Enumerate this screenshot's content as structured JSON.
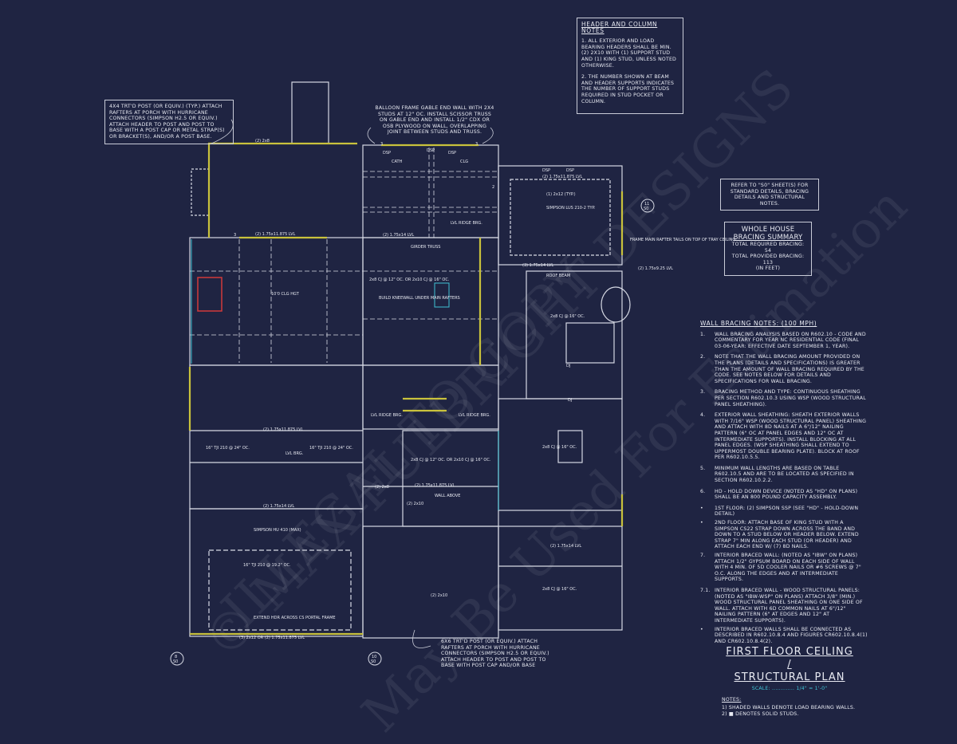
{
  "colors": {
    "background": "#1f2442",
    "wall": "#d6d9e4",
    "bearing_wall": "#c9c23c",
    "accent_cyan": "#3fc2d4",
    "fireplace": "#d23a3a"
  },
  "header_column_notes": {
    "title": "HEADER AND COLUMN NOTES",
    "items": [
      "1. ALL EXTERIOR AND LOAD BEARING HEADERS SHALL BE MIN. (2) 2x10 WITH (1) SUPPORT STUD AND (1) KING STUD, UNLESS NOTED OTHERWISE.",
      "2. THE NUMBER SHOWN AT BEAM AND HEADER SUPPORTS INDICATES THE NUMBER OF SUPPORT STUDS REQUIRED IN STUD POCKET OR COLUMN."
    ]
  },
  "refer_note": "REFER TO \"S0\" SHEET(S) FOR STANDARD DETAILS, BRACING DETAILS AND STRUCTURAL NOTES.",
  "bracing_summary": {
    "title_line1": "WHOLE HOUSE",
    "title_line2": "BRACING SUMMARY",
    "required": "TOTAL REQUIRED BRACING: 54",
    "provided": "TOTAL PROVIDED BRACING: 113",
    "units": "(IN FEET)"
  },
  "wall_bracing_notes": {
    "title": "WALL BRACING NOTES: (100 MPH)",
    "items": [
      {
        "n": "1.",
        "text": "WALL BRACING ANALYSIS BASED ON R602.10 - CODE AND COMMENTARY FOR YEAR NC RESIDENTIAL CODE (FINAL 03-06-YEAR: EFFECTIVE DATE SEPTEMBER 1, YEAR)."
      },
      {
        "n": "2.",
        "text": "NOTE THAT THE WALL BRACING AMOUNT PROVIDED ON THE PLANS (DETAILS AND SPECIFICATIONS) IS GREATER THAN THE AMOUNT OF WALL BRACING REQUIRED BY THE CODE. SEE NOTES BELOW FOR DETAILS AND SPECIFICATIONS FOR WALL BRACING."
      },
      {
        "n": "3.",
        "text": "BRACING METHOD AND TYPE: CONTINUOUS SHEATHING PER SECTION R602.10.3 USING WSP (WOOD STRUCTURAL PANEL SHEATHING)."
      },
      {
        "n": "4.",
        "text": "EXTERIOR WALL SHEATHING: SHEATH EXTERIOR WALLS WITH 7/16\" WSP (WOOD STRUCTURAL PANEL) SHEATHING AND ATTACH WITH 8d NAILS AT A 6\"/12\" NAILING PATTERN (6\" OC AT PANEL EDGES AND 12\" OC AT INTERMEDIATE SUPPORTS). INSTALL BLOCKING AT ALL PANEL EDGES. (WSP SHEATHING SHALL EXTEND TO UPPERMOST DOUBLE BEARING PLATE). BLOCK AT ROOF PER R602.10.5.5."
      },
      {
        "n": "5.",
        "text": "MINIMUM WALL LENGTHS ARE BASED ON TABLE R602.10.5 AND ARE TO BE LOCATED AS SPECIFIED IN SECTION R602.10.2.2."
      },
      {
        "n": "6.",
        "text": "HD - HOLD DOWN DEVICE (NOTED AS \"HD\" ON PLANS) SHALL BE AN 800 POUND CAPACITY ASSEMBLY."
      },
      {
        "n": "•",
        "text": "1ST FLOOR: (2) SIMPSON SSP (SEE \"HD\" - HOLD-DOWN DETAIL)"
      },
      {
        "n": "•",
        "text": "2ND FLOOR: ATTACH BASE OF KING STUD WITH A SIMPSON CS22 STRAP DOWN ACROSS THE BAND AND DOWN TO A STUD BELOW OR HEADER BELOW. EXTEND STRAP 7\" MIN ALONG EACH STUD (OR HEADER) AND ATTACH EACH END W/ (7) 8d NAILS."
      },
      {
        "n": "7.",
        "text": "INTERIOR BRACED WALL: (NOTED AS \"IBW\" ON PLANS) ATTACH 1/2\" GYPSUM BOARD ON EACH SIDE OF WALL WITH 4 MIN. OF 5d COOLER NAILS OR #6 SCREWS @ 7\" O.C. ALONG THE EDGES AND AT INTERMEDIATE SUPPORTS."
      },
      {
        "n": "7.1.",
        "text": "INTERIOR BRACED WALL - WOOD STRUCTURAL PANELS: (NOTED AS \"IBW-WSP\" ON PLANS) ATTACH 3/8\" (MIN.) WOOD STRUCTURAL PANEL SHEATHING ON ONE SIDE OF WALL. ATTACH WITH 6d COMMON NAILS AT 6\"/12\" NAILING PATTERN (6\" AT EDGES AND 12\" AT INTERMEDIATE SUPPORTS)."
      },
      {
        "n": "•",
        "text": "INTERIOR BRACED WALLS SHALL BE CONNECTED AS DESCRIBED IN R602.10.8.4 AND FIGURES CR602.10.8.4(1) AND CR602.10.8.4(2)."
      }
    ]
  },
  "title_block": {
    "line1": "FIRST FLOOR CEILING /",
    "line2": "STRUCTURAL PLAN",
    "scale_label": "SCALE:",
    "scale_value": "1/4\" = 1'-0\"",
    "notes_title": "NOTES:",
    "notes": [
      "1) SHADED WALLS DENOTE LOAD BEARING WALLS.",
      "2) ■ DENOTES SOLID STUDS."
    ]
  },
  "callouts": {
    "porch_post": "4x4 TRT'D POST (OR EQUIV.) (TYP.) ATTACH RAFTERS AT PORCH WITH HURRICANE CONNECTORS (SIMPSON H2.5 OR EQUIV.) ATTACH HEADER TO POST AND POST TO BASE WITH A POST CAP OR METAL STRAP(S) OR BRACKET(S), AND/OR A POST BASE.",
    "balloon_frame": "BALLOON FRAME GABLE END WALL WITH 2x4 STUDS AT 12\" OC. INSTALL SCISSOR TRUSS ON GABLE END AND INSTALL 1/2\" CDX OR OSB PLYWOOD ON WALL, OVERLAPPING JOINT BETWEEN STUDS AND TRUSS.",
    "rear_post": "6x6 TRT'D POST (OR EQUIV.) ATTACH RAFTERS AT PORCH WITH HURRICANE CONNECTORS (SIMPSON H2.5 OR EQUIV.) ATTACH HEADER TO POST AND POST TO BASE WITH POST CAP AND/OR BASE",
    "rafter_tails": "FRAME MAIN RAFTER TAILS ON TOP OF TRAY CEILING"
  },
  "plan_labels": {
    "l_2x8": "(2) 2x8",
    "dsp": "DSP",
    "cath": "CATH",
    "clg": "CLG",
    "lvl_11875": "(2) 1.75x11.875 LVL",
    "lvl_14": "(2) 1.75x14 LVL",
    "lvl_14_3": "(3) 1.75x14 LVL",
    "lvl_925": "(2) 1.75x9.25 LVL",
    "lvl_ridge": "LVL RIDGE BRG.",
    "girder_truss": "GIRDER TRUSS",
    "cj_12": "2x8 CJ @ 12\" OC. OR 2x10 CJ @ 16\" OC.",
    "kneewall": "BUILD KNEEWALL UNDER MAIN RAFTERS",
    "x2x12": "(1) 2x12 (TYP.)",
    "simpson_lus": "SIMPSON LUS 210-2 TYP.",
    "roof_beam": "ROOF BEAM",
    "cj_16": "2x8 CJ @ 16\" OC.",
    "dj": "DJ",
    "wall_above": "WALL ABOVE",
    "x2x10": "(2) 2x10",
    "tji_24": "16\" TJI 210 @ 24\" OC.",
    "tji_192": "16\" TJI 210 @ 19.2\" OC.",
    "lvl_brg": "LVL BRG.",
    "simpson_hu": "SIMPSON HU 410 (MAX)",
    "extend_hdr": "EXTEND HDR ACROSS CS PORTAL FRAME",
    "hdr_3x12": "(3) 2x12 OR (2) 1.75x11.875 LVL",
    "clg_hgt": "10'0 CLG HGT",
    "det8": "8",
    "det10": "10",
    "det11": "11",
    "sheet": "S0",
    "n2": "2",
    "n3": "3"
  },
  "watermark": [
    "© MAX FULBRIGHT DESIGNS",
    "ILLEGAL TO COPY",
    "May Be Used For Estimation"
  ]
}
